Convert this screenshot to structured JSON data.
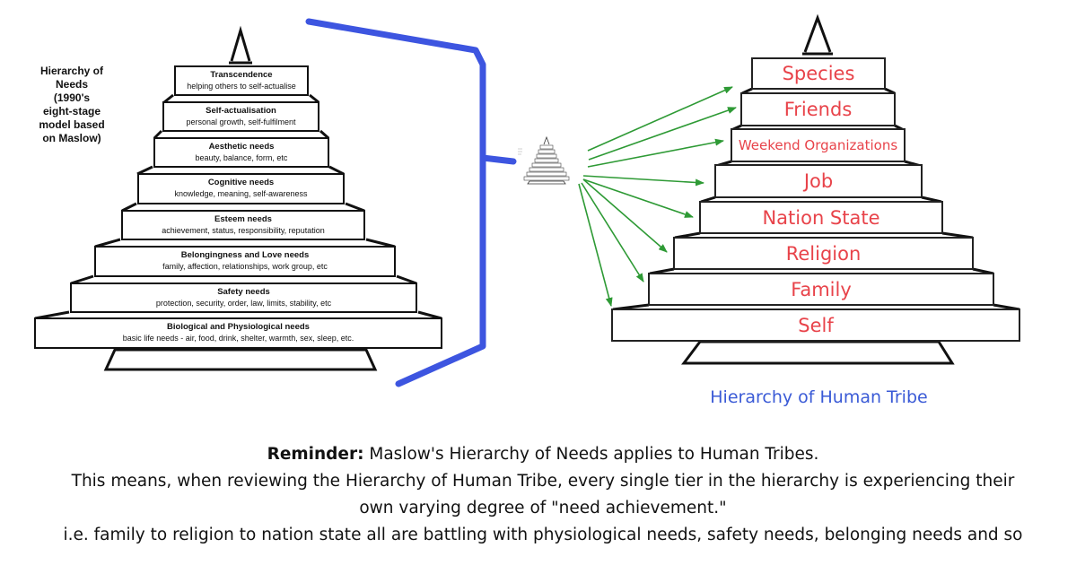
{
  "maslow": {
    "title": [
      "Hierarchy of",
      "Needs",
      "(1990's",
      "eight-stage",
      "model based",
      "on Maslow)"
    ],
    "tiers": [
      {
        "name": "Transcendence",
        "desc": "helping others to self-actualise"
      },
      {
        "name": "Self-actualisation",
        "desc": "personal growth, self-fulfilment"
      },
      {
        "name": "Aesthetic needs",
        "desc": "beauty, balance, form, etc"
      },
      {
        "name": "Cognitive needs",
        "desc": "knowledge, meaning, self-awareness"
      },
      {
        "name": "Esteem needs",
        "desc": "achievement, status, responsibility, reputation"
      },
      {
        "name": "Belongingness and Love needs",
        "desc": "family, affection, relationships, work group, etc"
      },
      {
        "name": "Safety needs",
        "desc": "protection, security, order, law, limits, stability, etc"
      },
      {
        "name": "Biological and Physiological needs",
        "desc": "basic life needs - air, food, drink, shelter, warmth, sex, sleep, etc."
      }
    ]
  },
  "tribe": {
    "tiers": [
      "Species",
      "Friends",
      "Weekend Organizations",
      "Job",
      "Nation State",
      "Religion",
      "Family",
      "Self"
    ],
    "caption": "Hierarchy of Human Tribe",
    "text_color": "#e8434a",
    "caption_color": "#3a5ad6"
  },
  "connector": {
    "bracket_color": "#3d55e0",
    "arrow_color": "#2e9a35"
  },
  "reminder": {
    "label": "Reminder:",
    "line1_rest": " Maslow's Hierarchy of Needs applies to Human Tribes.",
    "line2": "This means, when reviewing the Hierarchy of Human Tribe, every single tier in the hierarchy is experiencing their",
    "line3": "own varying degree of \"need achievement.\"",
    "line4": "i.e. family to religion to nation state all are battling with physiological needs, safety needs, belonging needs and so"
  }
}
